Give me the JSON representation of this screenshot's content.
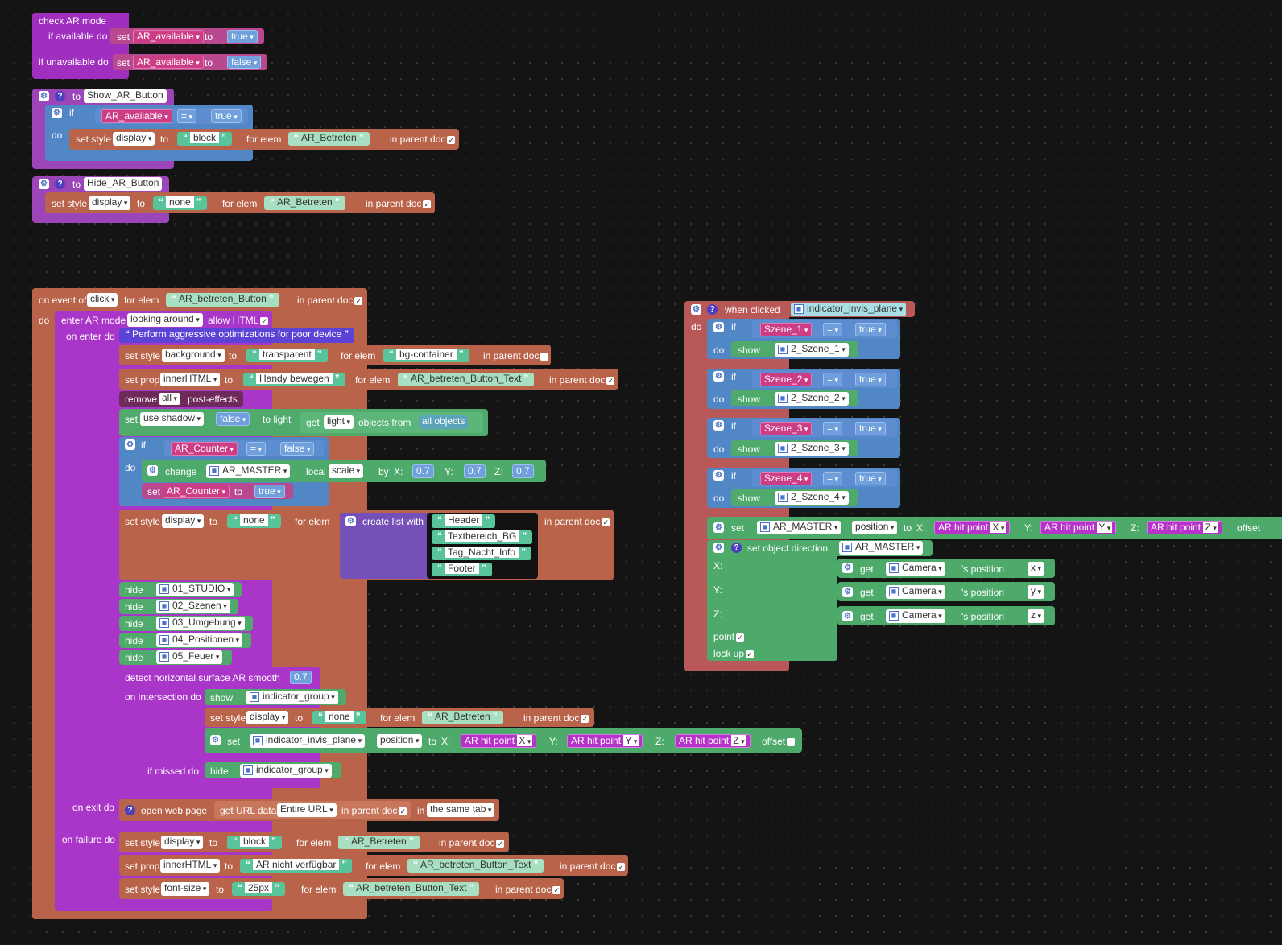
{
  "b1": {
    "label": "check AR mode",
    "if_avail": "if available do",
    "if_unavail": "if unavailable do",
    "set": "set",
    "var": "AR_available",
    "to": "to",
    "true": "true",
    "false": "false"
  },
  "b2": {
    "to": "to",
    "name": "Show_AR_Button",
    "if": "if",
    "do": "do",
    "var": "AR_available",
    "op": "=",
    "val": "true",
    "setstyle": "set style",
    "prop": "display",
    "to2": "to",
    "q": "block",
    "forelem": "for elem",
    "elem": "AR_Betreten",
    "inparent": "in parent doc"
  },
  "b3": {
    "to": "to",
    "name": "Hide_AR_Button",
    "setstyle": "set style",
    "prop": "display",
    "to2": "to",
    "q": "none",
    "forelem": "for elem",
    "elem": "AR_Betreten",
    "inparent": "in parent doc"
  },
  "b4": {
    "onevent": "on event of",
    "click": "click",
    "forelem": "for elem",
    "elem": "AR_betreten_Button",
    "inparent": "in parent doc",
    "do": "do",
    "enterar": "enter AR mode",
    "looking": "looking around",
    "allowhtml": "allow HTML",
    "onenter": "on enter do",
    "comment": "Perform aggressive optimizations for poor device",
    "r1": {
      "a": "set style",
      "b": "background",
      "c": "to",
      "d": "transparent",
      "e": "for elem",
      "f": "bg-container",
      "g": "in parent doc"
    },
    "r2": {
      "a": "set prop",
      "b": "innerHTML",
      "c": "to",
      "d": "Handy bewegen",
      "e": "for elem",
      "f": "AR_betreten_Button_Text",
      "g": "in parent doc"
    },
    "r3": {
      "a": "remove",
      "b": "all",
      "c": "post-effects"
    },
    "r4": {
      "a": "set",
      "b": "use shadow",
      "c": "false",
      "d": "to light",
      "e": "get",
      "f": "light",
      "g": "objects from",
      "h": "all objects"
    },
    "r5": {
      "if": "if",
      "var": "AR_Counter",
      "op": "=",
      "val": "false",
      "do": "do",
      "change": "change",
      "obj": "AR_MASTER",
      "local": "local",
      "scale": "scale",
      "by": "by",
      "x": "X:",
      "xv": "0.7",
      "y": "Y:",
      "yv": "0.7",
      "z": "Z:",
      "zv": "0.7",
      "set": "set",
      "var2": "AR_Counter",
      "to": "to",
      "tv": "true"
    },
    "r6": {
      "a": "set style",
      "b": "display",
      "c": "to",
      "d": "none",
      "e": "for elem",
      "f": "create list with",
      "items": [
        "Header",
        "Textbereich_BG",
        "Tag_Nacht_Info",
        "Footer"
      ],
      "g": "in parent doc"
    },
    "hides": [
      {
        "a": "hide",
        "b": "01_STUDIO"
      },
      {
        "a": "hide",
        "b": "02_Szenen"
      },
      {
        "a": "hide",
        "b": "03_Umgebung"
      },
      {
        "a": "hide",
        "b": "04_Positionen"
      },
      {
        "a": "hide",
        "b": "05_Feuer"
      }
    ],
    "detect": "detect horizontal surface AR smooth",
    "detectv": "0.7",
    "onint": "on intersection do",
    "show": "show",
    "indgroup": "indicator_group",
    "r7": {
      "a": "set style",
      "b": "display",
      "c": "to",
      "d": "none",
      "e": "for elem",
      "f": "AR_Betreten",
      "g": "in parent doc"
    },
    "r8": {
      "a": "set",
      "obj": "indicator_invis_plane",
      "pos": "position",
      "to": "to",
      "x": "X:",
      "xv": "AR hit point",
      "xa": "X",
      "y": "Y:",
      "yv": "AR hit point",
      "ya": "Y",
      "z": "Z:",
      "zv": "AR hit point",
      "za": "Z",
      "offset": "offset"
    },
    "ifmissed": "if missed do",
    "hide": "hide",
    "onexit": "on exit do",
    "openweb": "open web page",
    "geturl": "get URL data",
    "entire": "Entire URL",
    "inparent2": "in parent doc",
    "in": "in",
    "sametab": "the same tab",
    "onfail": "on failure do",
    "f1": {
      "a": "set style",
      "b": "display",
      "c": "to",
      "d": "block",
      "e": "for elem",
      "f": "AR_Betreten",
      "g": "in parent doc"
    },
    "f2": {
      "a": "set prop",
      "b": "innerHTML",
      "c": "to",
      "d": "AR nicht verfügbar",
      "e": "for elem",
      "f": "AR_betreten_Button_Text",
      "g": "in parent doc"
    },
    "f3": {
      "a": "set style",
      "b": "font-size",
      "c": "to",
      "d": "25px",
      "e": "for elem",
      "f": "AR_betreten_Button_Text",
      "g": "in parent doc"
    }
  },
  "b5": {
    "when": "when clicked",
    "obj": "indicator_invis_plane",
    "do": "do",
    "if": "if",
    "op": "=",
    "true": "true",
    "show": "show",
    "rows": [
      {
        "v": "Szene_1",
        "g": "2_Szene_1"
      },
      {
        "v": "Szene_2",
        "g": "2_Szene_2"
      },
      {
        "v": "Szene_3",
        "g": "2_Szene_3"
      },
      {
        "v": "Szene_4",
        "g": "2_Szene_4"
      }
    ],
    "set": "set",
    "master": "AR_MASTER",
    "pos": "position",
    "to": "to",
    "x": "X:",
    "hit": "AR hit point",
    "xa": "X",
    "y": "Y:",
    "ya": "Y",
    "z": "Z:",
    "za": "Z",
    "offset": "offset",
    "setdir": "set object direction",
    "dx": "X:",
    "dy": "Y:",
    "dz": "Z:",
    "get": "get",
    "cam": "Camera",
    "s": "'s position",
    "ax": "x",
    "ay": "y",
    "az": "z",
    "point": "point",
    "lockup": "lock up"
  }
}
